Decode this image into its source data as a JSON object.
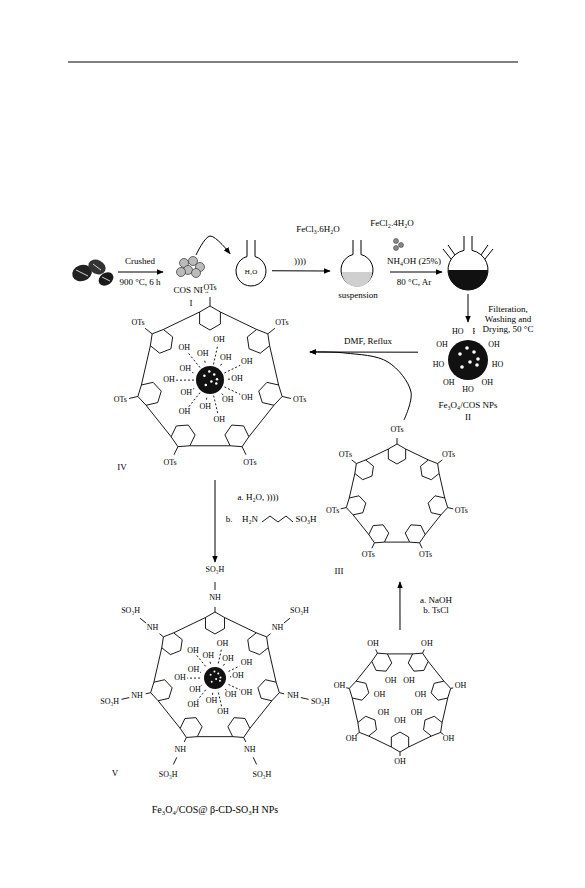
{
  "diagram": {
    "nodes": [
      {
        "text": [
          "COS NPs",
          "I"
        ]
      },
      {
        "text": [
          "H₂O"
        ]
      },
      {
        "text": [
          "suspension"
        ]
      },
      {
        "text": [
          "Fe₃O₄/COS NPs",
          "II",
          "HO",
          "OH",
          "HO",
          "OH",
          "HO",
          "OH",
          "HO",
          "OH",
          "HO"
        ]
      },
      {
        "text": [
          "IV",
          "OTs",
          "OTs",
          "OTs",
          "OTs",
          "OTs",
          "OTs",
          "OTs",
          "OH",
          "OH",
          "OH",
          "OH",
          "OH",
          "OH",
          "OH",
          "OH",
          "OH",
          "OH",
          "OH",
          "OH",
          "OH",
          "OH"
        ]
      },
      {
        "text": [
          "III",
          "OTs",
          "OTs",
          "OTs",
          "OTs",
          "OTs",
          "OTs",
          "OTs"
        ]
      },
      {
        "text": [
          "V",
          "Fe₃O₄/COS@ β-CD-SO₃H NPs",
          "NH",
          "NH",
          "NH",
          "NH",
          "NH",
          "NH",
          "NH",
          "SO₃H",
          "SO₃H",
          "SO₃H",
          "SO₃H",
          "SO₃H",
          "SO₃H",
          "SO₃H",
          "OH",
          "OH",
          "OH",
          "OH",
          "OH",
          "OH",
          "OH",
          "OH",
          "OH",
          "OH",
          "OH",
          "OH",
          "OH",
          "OH"
        ]
      },
      {
        "text": [
          "OH",
          "OH",
          "OH",
          "OH",
          "OH",
          "OH",
          "OH",
          "OH",
          "OH",
          "OH",
          "OH",
          "OH",
          "OH",
          "OH"
        ]
      }
    ],
    "edges": [
      {
        "from": 0,
        "to": 1,
        "arrow": "to"
      },
      {
        "from": 1,
        "to": 2,
        "label": "))))",
        "arrow": "to"
      },
      {
        "from": 3,
        "to": 4,
        "label": "DMF, Reflux",
        "arrow": "to"
      },
      {
        "from": 5,
        "to": 4,
        "arrow": "to"
      },
      {
        "from": 4,
        "to": 6,
        "label": "a. H₂O, ))))",
        "arrow": "to"
      },
      {
        "from": 7,
        "to": 5,
        "label": "a. NaOH b. TsCl",
        "arrow": "to"
      }
    ],
    "labels": [
      "Crushed",
      "900 °C, 6 h",
      "FeCl₃.6H₂O",
      "FeCl₂.4H₂O",
      "NH₄OH (25%)",
      "80 °C, Ar",
      "Filteration, Washing and Drying, 50 °C",
      "b.",
      "H₂N",
      "SO₃H"
    ]
  }
}
